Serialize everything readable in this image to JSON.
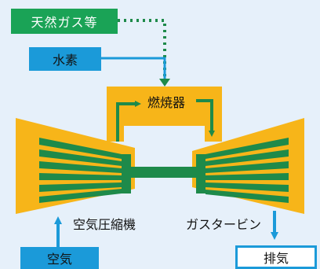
{
  "fuel_sources": {
    "natural_gas": "天然ガス等",
    "hydrogen": "水素"
  },
  "components": {
    "combustor": "燃焼器",
    "compressor": "空気圧縮機",
    "turbine": "ガスタービン"
  },
  "flows": {
    "air_in": "空気",
    "exhaust_out": "排気"
  },
  "colors": {
    "background": "#e6f0fa",
    "casing": "#f7b519",
    "blade": "#1e8a4a",
    "natural_gas_green": "#1aa356",
    "hydrogen_blue": "#1b9ad9",
    "arrow_green": "#1e8a4a",
    "arrow_blue": "#1b9ad9"
  }
}
